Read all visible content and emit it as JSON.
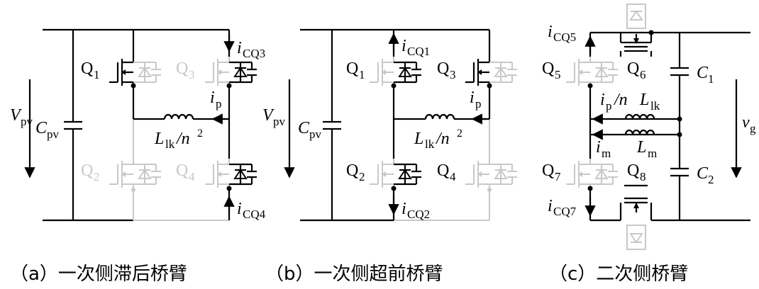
{
  "panels": {
    "a": {
      "caption": "（a）一次侧滞后桥臂",
      "V_main": "V",
      "V_sub": "pv",
      "C_main": "C",
      "C_sub": "pv",
      "q1_main": "Q",
      "q1_sub": "1",
      "q2_main": "Q",
      "q2_sub": "2",
      "q3_main": "Q",
      "q3_sub": "3",
      "q4_main": "Q",
      "q4_sub": "4",
      "icq3_main": "i",
      "icq3_sub": "CQ3",
      "icq4_main": "i",
      "icq4_sub": "CQ4",
      "ip_main": "i",
      "ip_sub": "p",
      "L_main": "L",
      "L_sub": "lk",
      "L_tail": "/n",
      "L_sup": "2"
    },
    "b": {
      "caption": "（b）一次侧超前桥臂",
      "V_main": "V",
      "V_sub": "pv",
      "C_main": "C",
      "C_sub": "pv",
      "q1_main": "Q",
      "q1_sub": "1",
      "q2_main": "Q",
      "q2_sub": "2",
      "q3_main": "Q",
      "q3_sub": "3",
      "q4_main": "Q",
      "q4_sub": "4",
      "icq1_main": "i",
      "icq1_sub": "CQ1",
      "icq2_main": "i",
      "icq2_sub": "CQ2",
      "ip_main": "i",
      "ip_sub": "p",
      "L_main": "L",
      "L_sub": "lk",
      "L_tail": "/n",
      "L_sup": "2"
    },
    "c": {
      "caption": "（c）二次侧桥臂",
      "q5_main": "Q",
      "q5_sub": "5",
      "q6_main": "Q",
      "q6_sub": "6",
      "q7_main": "Q",
      "q7_sub": "7",
      "q8_main": "Q",
      "q8_sub": "8",
      "c1_main": "C",
      "c1_sub": "1",
      "c2_main": "C",
      "c2_sub": "2",
      "icq5_main": "i",
      "icq5_sub": "CQ5",
      "icq7_main": "i",
      "icq7_sub": "CQ7",
      "ipn_main": "i",
      "ipn_sub": "p",
      "ipn_tail": "/n",
      "llk_main": "L",
      "llk_sub": "lk",
      "im_main": "i",
      "im_sub": "m",
      "lm_main": "L",
      "lm_sub": "m",
      "vg_main": "v",
      "vg_sub": "g"
    }
  }
}
